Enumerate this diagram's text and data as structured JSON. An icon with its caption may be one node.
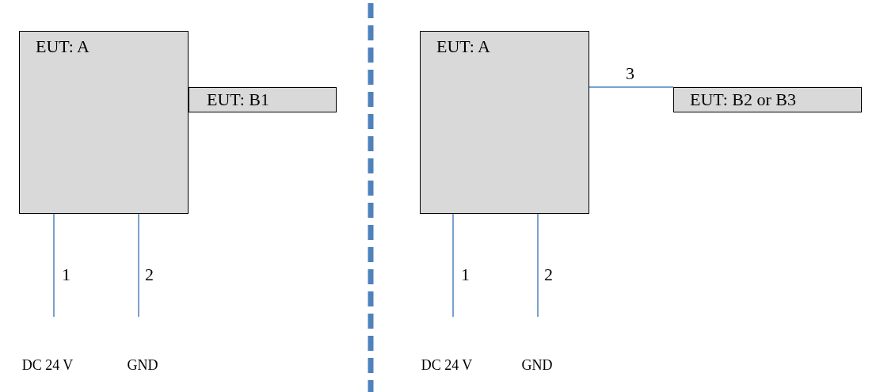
{
  "diagram": {
    "nodes": [
      {
        "text": [
          "EUT: A"
        ]
      },
      {
        "text": [
          "EUT: B1"
        ]
      },
      {
        "text": [
          "DC 24 V"
        ]
      },
      {
        "text": [
          "GND"
        ]
      },
      {
        "text": [
          "EUT: A"
        ]
      },
      {
        "text": [
          "EUT: B2 or B3"
        ]
      },
      {
        "text": [
          "DC 24 V"
        ]
      },
      {
        "text": [
          "GND"
        ]
      }
    ],
    "edges": [
      {
        "from": 0,
        "to": 2,
        "arrow": "none",
        "label": "1"
      },
      {
        "from": 0,
        "to": 3,
        "arrow": "none",
        "label": "2"
      },
      {
        "from": 4,
        "to": 5,
        "arrow": "none",
        "label": "3"
      },
      {
        "from": 4,
        "to": 6,
        "arrow": "none",
        "label": "1"
      },
      {
        "from": 4,
        "to": 7,
        "arrow": "none",
        "label": "2"
      }
    ]
  }
}
